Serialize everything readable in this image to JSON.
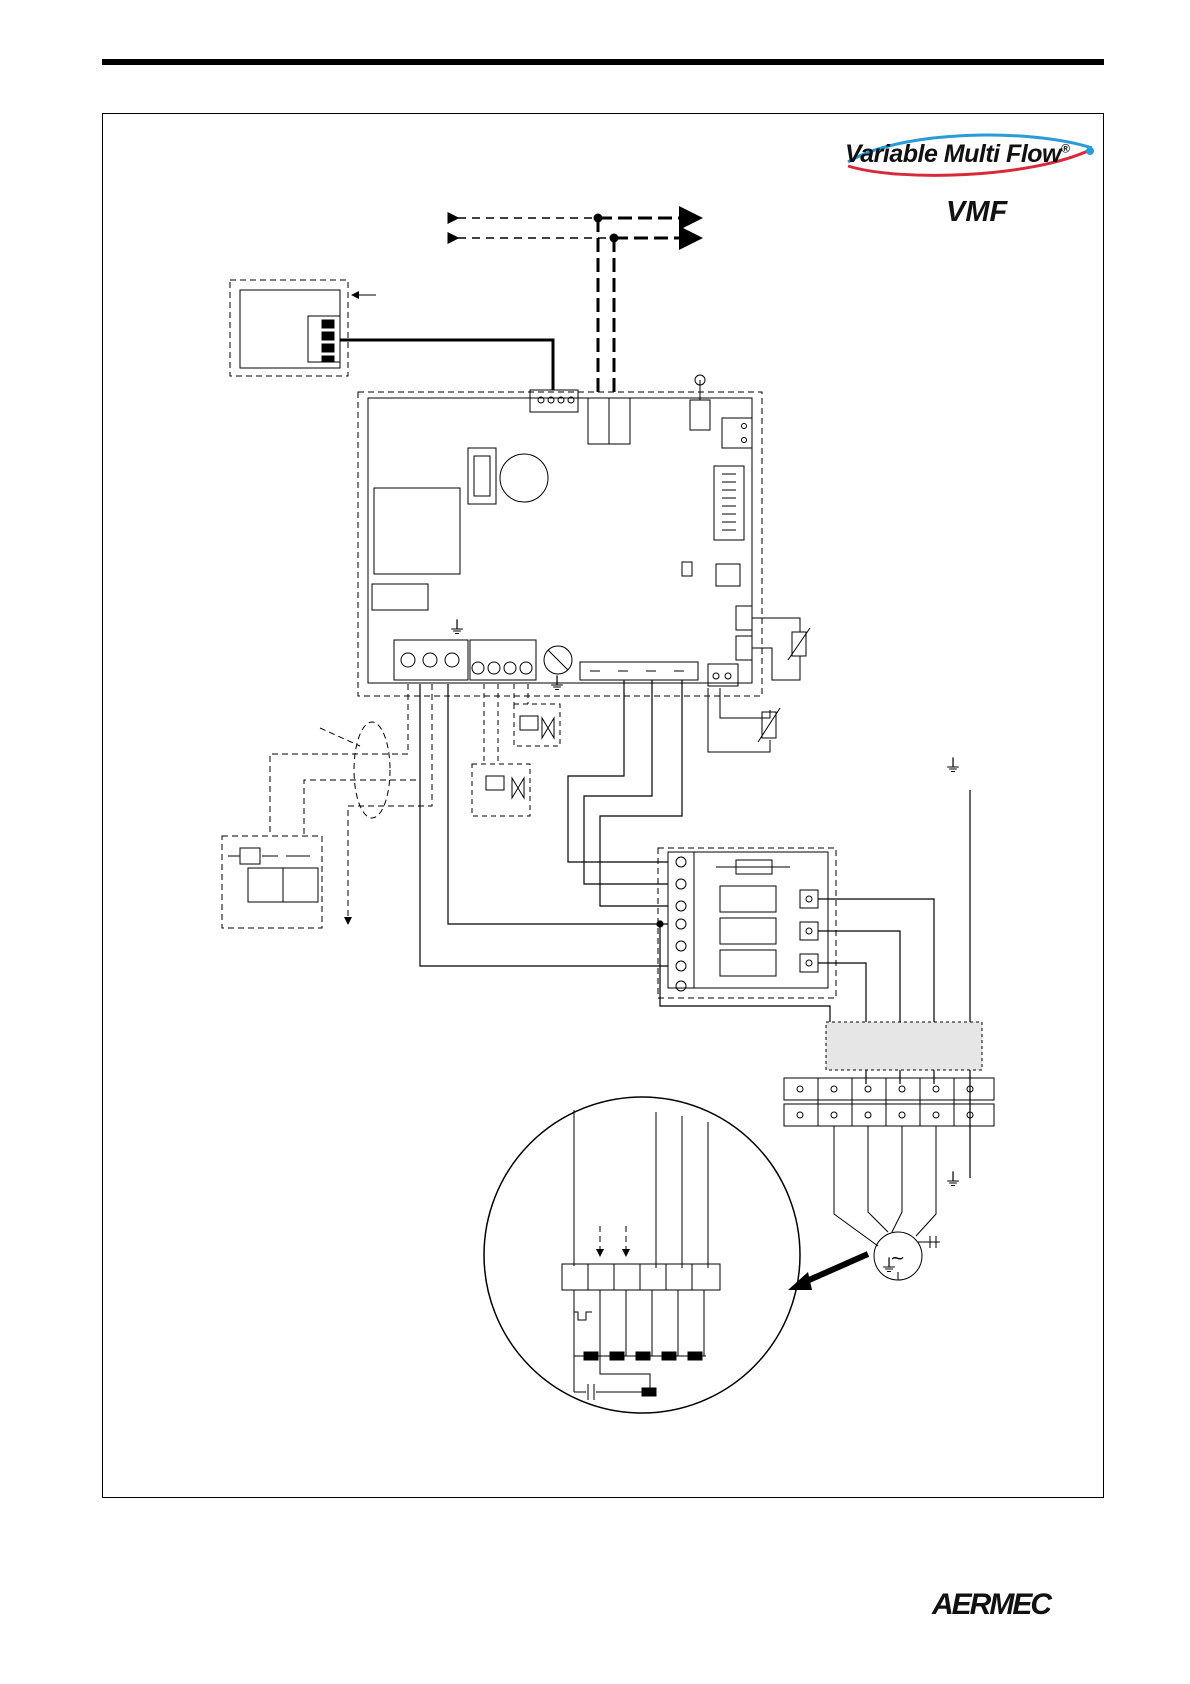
{
  "logo": {
    "product_line": "Variable Multi Flow",
    "reg_mark": "®",
    "acronym": "VMF"
  },
  "footer": {
    "brand": "AERMEC"
  },
  "colors": {
    "ink": "#000000",
    "logo_swoosh_blue": "#2a9bd6",
    "logo_swoosh_red": "#d62a3a",
    "shaded_box": "#e6e6e6"
  },
  "symbols": {
    "ground": "⏚",
    "ac_motor": "~"
  }
}
